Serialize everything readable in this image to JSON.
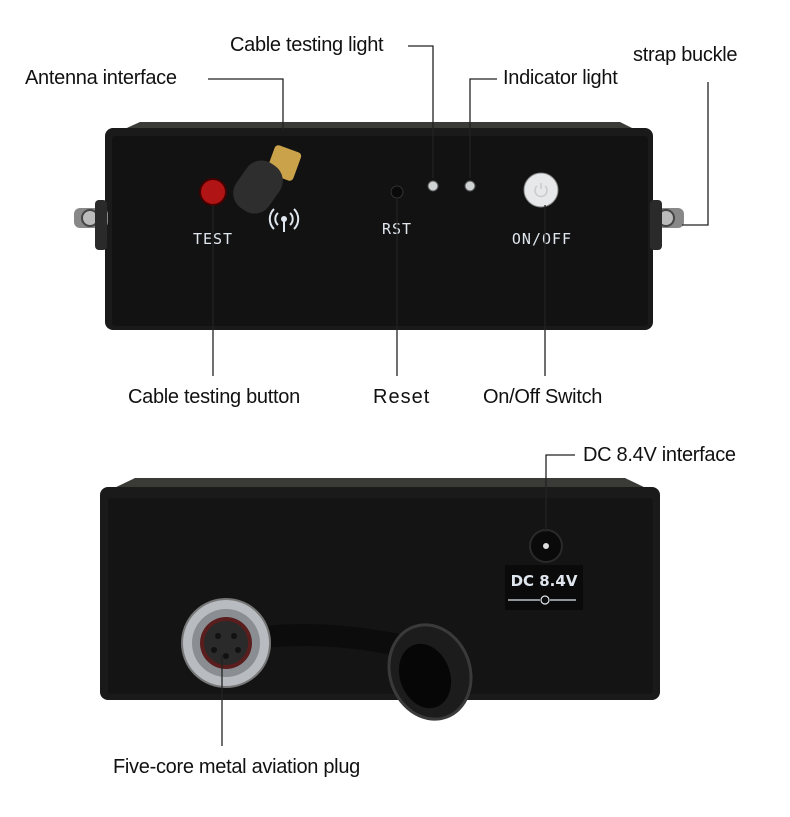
{
  "callouts": {
    "cable_testing_light": "Cable testing light",
    "antenna_interface": "Antenna interface",
    "indicator_light": "Indicator light",
    "strap_buckle": "strap buckle",
    "cable_testing_button": "Cable testing button",
    "reset": "Reset",
    "on_off_switch": "On/Off Switch",
    "dc_interface": "DC 8.4V interface",
    "aviation_plug": "Five-core metal aviation plug"
  },
  "panel_text": {
    "test": "TEST",
    "rst": "RST",
    "on_off": "ON/OFF",
    "dc_label": "DC 8.4V",
    "polarity": "-—◐—+"
  },
  "colors": {
    "enclosure": "#151515",
    "test_button": "#b01414",
    "power_button": "#e6e8ea",
    "antenna_connector": "#c9a24a"
  },
  "icons": [
    "wireless-signal-icon",
    "power-icon",
    "dc-polarity-icon"
  ]
}
